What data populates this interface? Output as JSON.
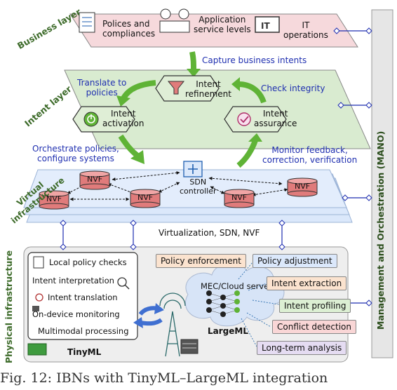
{
  "layers": {
    "business": "Business layer",
    "intent": "Intent layer",
    "virtual": "Virtual infrastructure",
    "physical": "Physical infrastructure"
  },
  "business": {
    "policies": "Polices and\ncompliances",
    "service_levels": "Application\nservice levels",
    "it_operations": "IT\noperations"
  },
  "intent": {
    "capture": "Capture business intents",
    "refinement": "Intent\nrefinement",
    "translate": "Translate to\npolicies",
    "check_integrity": "Check integrity",
    "activation": "Intent\nactivation",
    "assurance": "Intent\nassurance",
    "orchestrate": "Orchestrate policies,\nconfigure systems",
    "monitor": "Monitor feedback,\ncorrection, verification"
  },
  "virtual": {
    "nvf": "NVF",
    "sdn": "SDN\ncontroller",
    "virtualization": "Virtualization, SDN, NVF"
  },
  "physical": {
    "tinyml_items": [
      "Local policy checks",
      "Intent interpretation",
      "Intent translation",
      "On-device monitoring",
      "Multimodal processing"
    ],
    "tinyml": "TinyML",
    "policy_enforcement": "Policy enforcement",
    "mec": "MEC/Cloud server",
    "largeml": "LargeML",
    "right_tags": [
      "Policy adjustment",
      "Intent extraction",
      "Intent profiling",
      "Conflict detection",
      "Long-term analysis"
    ]
  },
  "mano": "Management and Orchestration (MANO)",
  "caption": "Fig. 12: IBNs with TinyML–LargeML integration",
  "colors": {
    "green_plane": "#d9ebd0",
    "pink_plane": "#f6d9dc",
    "blue_plane": "#dbe8fb",
    "arrow_green": "#5fb336",
    "link_blue": "#1f2fb0",
    "nvf_red": "#e07b7b"
  }
}
